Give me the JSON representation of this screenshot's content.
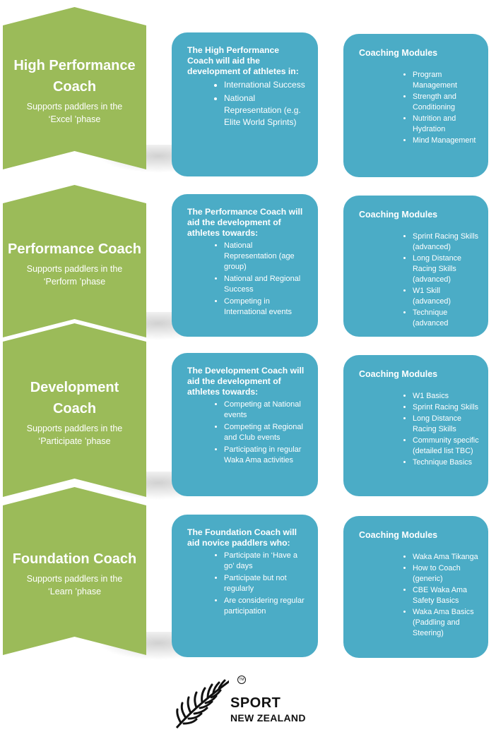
{
  "stages": [
    {
      "title": "High Performance Coach",
      "subtitle": "Supports paddlers in the ‘Excel ’phase",
      "mid_title": "The High Performance Coach will aid the development of athletes in:",
      "mid_items": [
        "International Success",
        "National Representation (e.g. Elite World Sprints)"
      ],
      "modules_title": "Coaching Modules",
      "modules": [
        "Program Management",
        "Strength and Conditioning",
        "Nutrition and Hydration",
        "Mind Management"
      ]
    },
    {
      "title": "Performance Coach",
      "subtitle": "Supports paddlers in the ‘Perform ’phase",
      "mid_title": "The Performance Coach will aid the development of athletes towards:",
      "mid_items": [
        "National Representation (age group)",
        "National and Regional Success",
        "Competing in International events"
      ],
      "modules_title": "Coaching Modules",
      "modules": [
        "Sprint Racing Skills (advanced)",
        "Long Distance Racing Skills (advanced)",
        "W1 Skill (advanced)",
        "Technique (advanced"
      ]
    },
    {
      "title": "Development Coach",
      "subtitle": "Supports paddlers in the ‘Participate ’phase",
      "mid_title": "The Development Coach will aid the development of athletes towards:",
      "mid_items": [
        "Competing at National events",
        "Competing at Regional and Club events",
        "Participating in regular Waka Ama activities"
      ],
      "modules_title": "Coaching Modules",
      "modules": [
        "W1 Basics",
        "Sprint Racing Skills",
        "Long Distance Racing Skills",
        "Community specific (detailed list TBC)",
        "Technique Basics"
      ]
    },
    {
      "title": "Foundation Coach",
      "subtitle": "Supports paddlers in the ‘Learn ’phase",
      "mid_title": "The Foundation Coach will aid novice paddlers who:",
      "mid_items": [
        "Participate in ‘Have a go’ days",
        "Participate but not regularly",
        "Are considering regular participation"
      ],
      "modules_title": "Coaching Modules",
      "modules": [
        "Waka Ama Tikanga",
        "How to Coach (generic)",
        "CBE Waka Ama Safety Basics",
        "Waka Ama Basics (Paddling and Steering)"
      ]
    }
  ],
  "logo": {
    "line1": "SPORT",
    "line2": "NEW ZEALAND",
    "tm": "TM",
    "icon": "silver-fern-icon"
  }
}
